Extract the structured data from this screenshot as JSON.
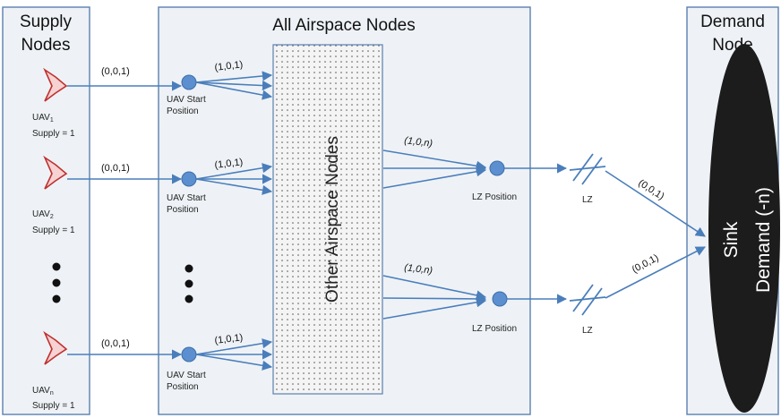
{
  "supply": {
    "title_line1": "Supply",
    "title_line2": "Nodes"
  },
  "airspace": {
    "title": "All Airspace Nodes",
    "inner_label": "Other Airspace Nodes"
  },
  "demand": {
    "title_line1": "Demand",
    "title_line2": "Node",
    "sink_label": "Sink",
    "demand_label": "Demand (-n)"
  },
  "uavs": [
    {
      "name": "UAV",
      "sub": "1",
      "supply": "Supply = 1"
    },
    {
      "name": "UAV",
      "sub": "2",
      "supply": "Supply = 1"
    },
    {
      "name": "UAV",
      "sub": "n",
      "supply": "Supply = 1"
    }
  ],
  "start_label_line1": "UAV Start",
  "start_label_line2": "Position",
  "lz_position_label": "LZ Position",
  "lz_label": "LZ",
  "edges": {
    "supply_to_start": "(0,0,1)",
    "start_fan": "(1,0,1)",
    "airspace_to_lz": "(1,0,n)",
    "lz_to_sink": "(0,0,1)"
  },
  "colors": {
    "panel_fill": "#eef2f6",
    "panel_stroke": "#5b7fb0",
    "arrow": "#4a7ebb",
    "node": "#5b8fd0",
    "sink": "#1c1c1c"
  }
}
